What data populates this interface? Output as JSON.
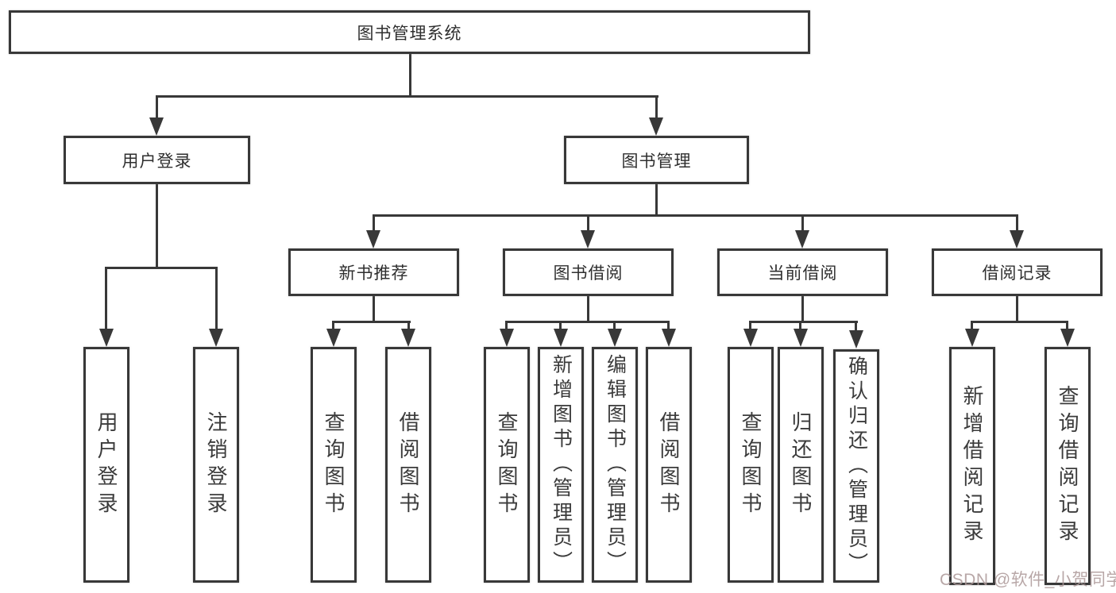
{
  "nodes": {
    "root": "图书管理系统",
    "level2": [
      "用户登录",
      "图书管理"
    ],
    "level3": [
      "新书推荐",
      "图书借阅",
      "当前借阅",
      "借阅记录"
    ],
    "user_children": [
      "用户登录",
      "注销登录"
    ],
    "recommend_children": [
      "查询图书",
      "借阅图书"
    ],
    "borrow_children": [
      "查询图书",
      "新增图书（管理员）",
      "编辑图书（管理员）",
      "借阅图书"
    ],
    "current_children": [
      "查询图书",
      "归还图书",
      "确认归还（管理员）"
    ],
    "records_children": [
      "新增借阅记录",
      "查询借阅记录"
    ]
  },
  "watermark": "CSDN @软件_小贺同学",
  "colors": {
    "line": "#383838",
    "box_border": "#383838",
    "box_fill": "#ffffff",
    "text": "#2f2f2f",
    "background": "#ffffff",
    "watermark": "#ac9898"
  }
}
